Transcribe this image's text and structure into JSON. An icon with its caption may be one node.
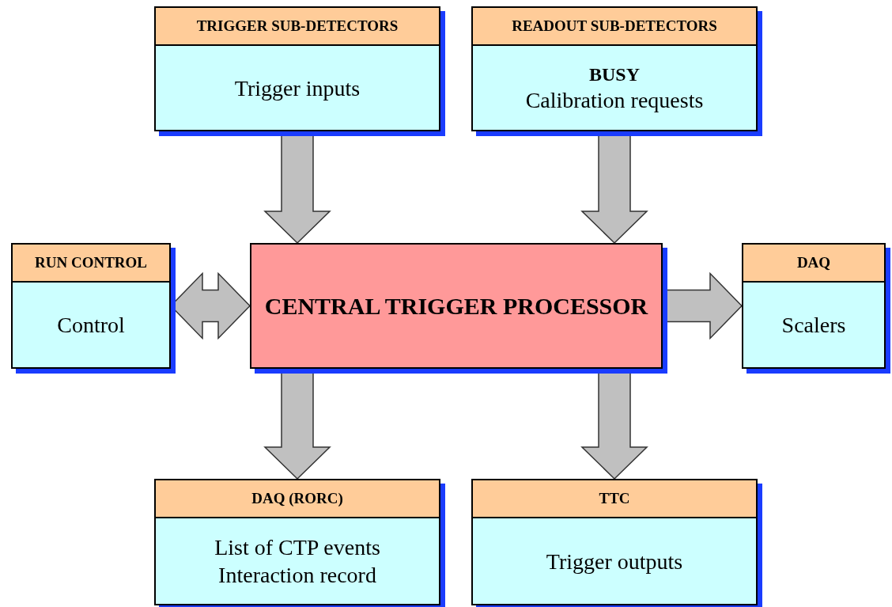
{
  "diagram": {
    "nodes": [
      {
        "text": [
          "TRIGGER SUB-DETECTORS",
          "Trigger inputs"
        ]
      },
      {
        "text": [
          "READOUT SUB-DETECTORS",
          "**BUSY** Calibration requests"
        ]
      },
      {
        "text": [
          "RUN CONTROL",
          "Control"
        ]
      },
      {
        "text": [
          "CENTRAL TRIGGER PROCESSOR"
        ]
      },
      {
        "text": [
          "DAQ",
          "Scalers"
        ]
      },
      {
        "text": [
          "DAQ (RORC)",
          "List of CTP events Interaction record"
        ]
      },
      {
        "text": [
          "TTC",
          "Trigger outputs"
        ]
      }
    ],
    "edges": [
      {
        "from": 0,
        "to": 3,
        "arrow": "to"
      },
      {
        "from": 1,
        "to": 3,
        "arrow": "to"
      },
      {
        "from": 2,
        "to": 3,
        "arrow": "both"
      },
      {
        "from": 3,
        "to": 4,
        "arrow": "to"
      },
      {
        "from": 3,
        "to": 5,
        "arrow": "to"
      },
      {
        "from": 3,
        "to": 6,
        "arrow": "to"
      }
    ]
  }
}
